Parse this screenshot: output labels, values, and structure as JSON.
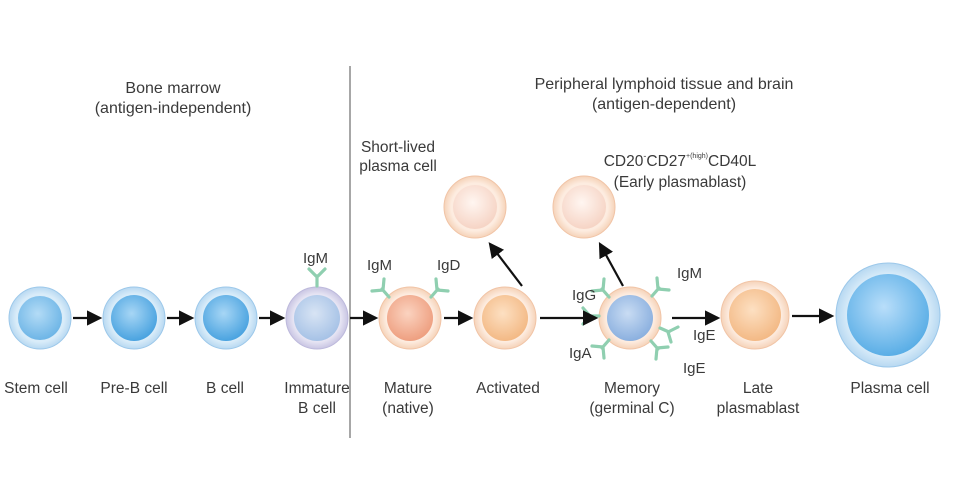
{
  "regions": {
    "left": {
      "line1": "Bone marrow",
      "line2": "(antigen-independent)"
    },
    "right": {
      "line1": "Peripheral lymphoid tissue and brain",
      "line2": "(antigen-dependent)"
    }
  },
  "cells": [
    {
      "id": "stem",
      "label1": "Stem cell",
      "label2": ""
    },
    {
      "id": "preb",
      "label1": "Pre-B cell",
      "label2": ""
    },
    {
      "id": "bcell",
      "label1": "B cell",
      "label2": ""
    },
    {
      "id": "immature",
      "label1": "Immature",
      "label2": "B cell"
    },
    {
      "id": "mature",
      "label1": "Mature",
      "label2": "(native)"
    },
    {
      "id": "activated",
      "label1": "Activated",
      "label2": ""
    },
    {
      "id": "memory",
      "label1": "Memory",
      "label2": "(germinal C)"
    },
    {
      "id": "late",
      "label1": "Late",
      "label2": "plasmablast"
    },
    {
      "id": "plasma",
      "label1": "Plasma cell",
      "label2": ""
    }
  ],
  "branch_cells": {
    "short_lived": {
      "line1": "Short-lived",
      "line2": "plasma cell"
    },
    "early": {
      "cd20": "CD20",
      "cd20_sup": "-",
      "cd27": "CD27",
      "cd27_sup": "+(high)",
      "cd40l": "CD40L",
      "line2": "(Early plasmablast)"
    }
  },
  "antibodies": {
    "immature_igm": "IgM",
    "mature_igm": "IgM",
    "mature_igd": "IgD",
    "memory_igg": "IgG",
    "memory_igm": "IgM",
    "memory_ige1": "IgE",
    "memory_ige2": "IgE",
    "memory_iga": "IgA"
  },
  "colors": {
    "blue_cell": "#cfe6f7",
    "blue_nucleus": "#5aaee6",
    "lavender_cell": "#dcdaee",
    "peach_cell": "#fbe3d2",
    "peach_nucleus": "#f1a98c",
    "antibody": "#8fcfb0",
    "divider": "#8a8a8a"
  }
}
